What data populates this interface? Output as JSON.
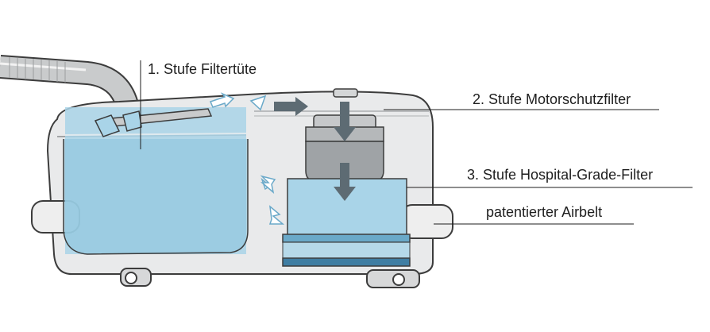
{
  "labels": {
    "stage1": "1. Stufe Filtertüte",
    "stage2": "2. Stufe Motorschutzfilter",
    "stage3": "3. Stufe Hospital-Grade-Filter",
    "airbelt": "patentierter Airbelt"
  },
  "colors": {
    "body_fill": "#e9eaeb",
    "body_stroke": "#3c3c3c",
    "filter_blue": "#a9d4e8",
    "filter_blue_dark": "#6aa9c9",
    "filter_blue_deep": "#3f7ea3",
    "arrow_gray": "#5d6b73",
    "motor_gray": "#b5b8ba",
    "hose_gray": "#c9cbcc"
  },
  "icons": [
    "flow-arrow-icon",
    "airflow-arrows-icon"
  ]
}
